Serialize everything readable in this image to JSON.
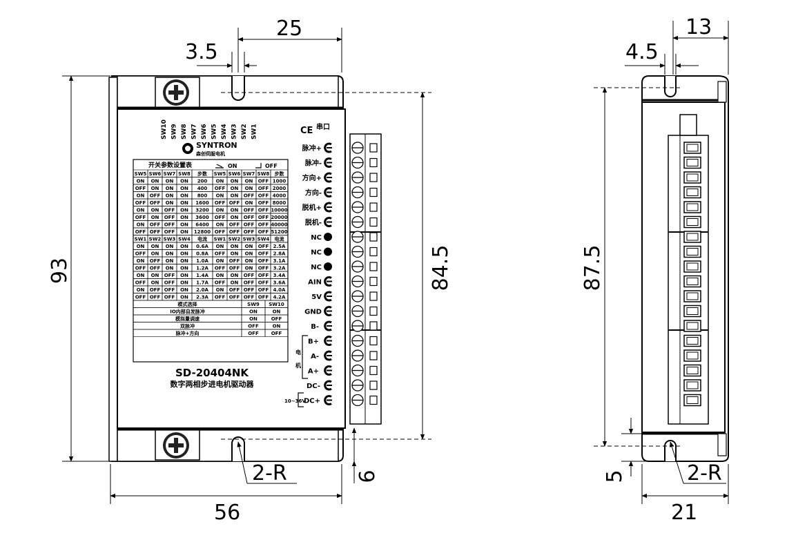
{
  "dimensions": {
    "slot_width": "3.5",
    "slot_offset": "25",
    "height_total": "93",
    "mount_pitch": "84.5",
    "width_total": "56",
    "radius": "2-R",
    "edge_offset": "6",
    "side_slot_width": "4.5",
    "side_slot_offset": "13",
    "side_height": "87.5",
    "side_width": "21",
    "side_radius": "2-R",
    "side_edge": "5"
  },
  "front": {
    "switch_labels": [
      "SW10",
      "SW9",
      "SW8",
      "SW7",
      "SW6",
      "SW5",
      "SW4",
      "SW3",
      "SW2",
      "SW1"
    ],
    "brand": "SYNTRON",
    "brand_sub": "森创伺服电机",
    "ce_mark": "CE",
    "serial_label": "串口",
    "table_title": "开关参数设置表",
    "legend_on": "ON",
    "legend_off": "OFF",
    "step_header": [
      "SW5",
      "SW6",
      "SW7",
      "SW8",
      "步数",
      "SW5",
      "SW6",
      "SW7",
      "SW8",
      "步数"
    ],
    "step_rows": [
      [
        "ON",
        "ON",
        "ON",
        "ON",
        "200",
        "ON",
        "ON",
        "ON",
        "OFF",
        "1000"
      ],
      [
        "OFF",
        "ON",
        "ON",
        "ON",
        "400",
        "OFF",
        "ON",
        "ON",
        "OFF",
        "2000"
      ],
      [
        "ON",
        "OFF",
        "ON",
        "ON",
        "800",
        "ON",
        "ON",
        "OFF",
        "OFF",
        "4000"
      ],
      [
        "OFF",
        "OFF",
        "ON",
        "ON",
        "1600",
        "OFF",
        "OFF",
        "ON",
        "OFF",
        "8000"
      ],
      [
        "ON",
        "ON",
        "OFF",
        "ON",
        "3200",
        "ON",
        "ON",
        "OFF",
        "OFF",
        "10000"
      ],
      [
        "OFF",
        "ON",
        "OFF",
        "ON",
        "3600",
        "OFF",
        "ON",
        "OFF",
        "OFF",
        "20000"
      ],
      [
        "ON",
        "OFF",
        "OFF",
        "ON",
        "6400",
        "ON",
        "OFF",
        "OFF",
        "OFF",
        "40000"
      ],
      [
        "OFF",
        "OFF",
        "OFF",
        "ON",
        "12800",
        "OFF",
        "OFF",
        "OFF",
        "OFF",
        "51200"
      ]
    ],
    "current_header": [
      "SW1",
      "SW2",
      "SW3",
      "SW4",
      "电流",
      "SW1",
      "SW2",
      "SW3",
      "SW4",
      "电流"
    ],
    "current_rows": [
      [
        "ON",
        "ON",
        "ON",
        "ON",
        "0.6A",
        "ON",
        "ON",
        "ON",
        "OFF",
        "2.5A"
      ],
      [
        "OFF",
        "ON",
        "ON",
        "ON",
        "0.8A",
        "OFF",
        "ON",
        "ON",
        "OFF",
        "2.8A"
      ],
      [
        "ON",
        "OFF",
        "ON",
        "ON",
        "1.0A",
        "ON",
        "OFF",
        "ON",
        "OFF",
        "3.1A"
      ],
      [
        "OFF",
        "OFF",
        "ON",
        "ON",
        "1.2A",
        "OFF",
        "OFF",
        "ON",
        "OFF",
        "3.2A"
      ],
      [
        "ON",
        "ON",
        "OFF",
        "ON",
        "1.4A",
        "ON",
        "ON",
        "OFF",
        "OFF",
        "3.4A"
      ],
      [
        "OFF",
        "ON",
        "OFF",
        "ON",
        "1.7A",
        "OFF",
        "ON",
        "OFF",
        "OFF",
        "3.6A"
      ],
      [
        "ON",
        "OFF",
        "OFF",
        "ON",
        "2.0A",
        "ON",
        "OFF",
        "OFF",
        "OFF",
        "4.0A"
      ],
      [
        "OFF",
        "OFF",
        "OFF",
        "ON",
        "2.3A",
        "OFF",
        "OFF",
        "OFF",
        "OFF",
        "4.2A"
      ]
    ],
    "mode_header": [
      "模式选择",
      "SW9",
      "SW10"
    ],
    "mode_rows": [
      [
        "IO内部自发脉冲",
        "ON",
        "ON"
      ],
      [
        "模拟量调速",
        "ON",
        "OFF"
      ],
      [
        "双脉冲",
        "OFF",
        "ON"
      ],
      [
        "脉冲+方向",
        "OFF",
        "OFF"
      ]
    ],
    "model": "SD-20404NK",
    "subtitle": "数字两相步进电机驱动器",
    "terminals": [
      "脉冲+",
      "脉冲-",
      "方向+",
      "方向-",
      "脱机+",
      "脱机-",
      "NC",
      "NC",
      "NC",
      "AIN",
      "5V",
      "GND",
      "B-",
      "B+",
      "A-",
      "A+",
      "DC-",
      "DC+"
    ],
    "motor_label": [
      "电",
      "机"
    ],
    "voltage_label": "10~36V"
  }
}
